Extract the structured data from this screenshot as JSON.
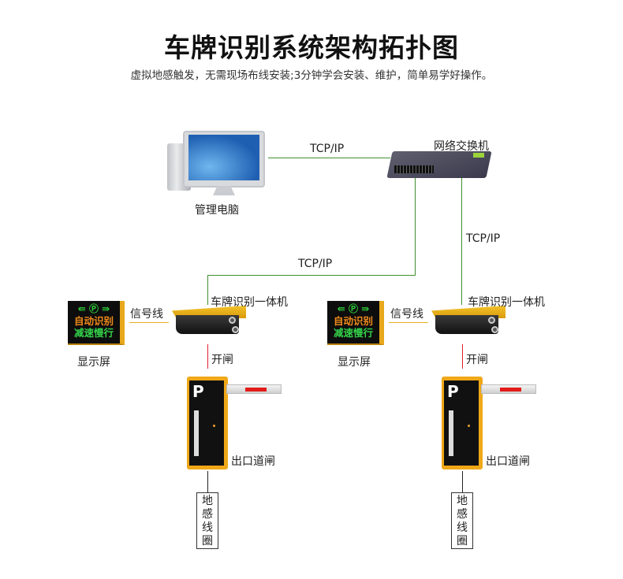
{
  "header": {
    "title": "车牌识别系统架构拓扑图",
    "subtitle": "虚拟地感触发，无需现场布线安装;3分钟学会安装、维护，简单易学好操作。"
  },
  "nodes": {
    "pc": "管理电脑",
    "switch": "网络交换机"
  },
  "links": {
    "pc_switch": "TCP/IP",
    "switch_left": "TCP/IP",
    "switch_right": "TCP/IP"
  },
  "lanes": [
    {
      "camera": "车牌识别一体机",
      "signal": "信号线",
      "display": "显示屏",
      "display_line1": "自动识别",
      "display_line2": "减速慢行",
      "display_symbol": "⇚ Ⓟ ⇛",
      "open": "开闸",
      "gate": "出口道闸",
      "gate_letter": "P",
      "coil": [
        "地",
        "感",
        "线",
        "圈"
      ]
    },
    {
      "camera": "车牌识别一体机",
      "signal": "信号线",
      "display": "显示屏",
      "display_line1": "自动识别",
      "display_line2": "减速慢行",
      "display_symbol": "⇚ Ⓟ ⇛",
      "open": "开闸",
      "gate": "出口道闸",
      "gate_letter": "P",
      "coil": [
        "地",
        "感",
        "线",
        "圈"
      ]
    }
  ],
  "colors": {
    "network": "#3f8f2f",
    "signal": "#e8b020",
    "open": "#e0202c",
    "coil": "#222222"
  }
}
